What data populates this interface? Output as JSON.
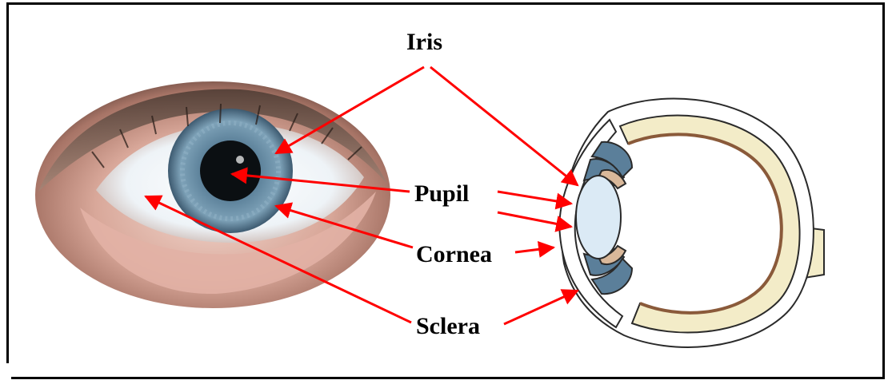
{
  "labels": {
    "iris": "Iris",
    "pupil": "Pupil",
    "cornea": "Cornea",
    "sclera": "Sclera"
  },
  "colors": {
    "arrow": "#ff0000",
    "iris_blue": "#5b7f9a",
    "lens": "#dbeaf5",
    "retina_cream": "#f3ecc8",
    "choroid_brown": "#8a5a3a",
    "ciliary_tan": "#d9b89a",
    "outline": "#2a2a2a"
  }
}
